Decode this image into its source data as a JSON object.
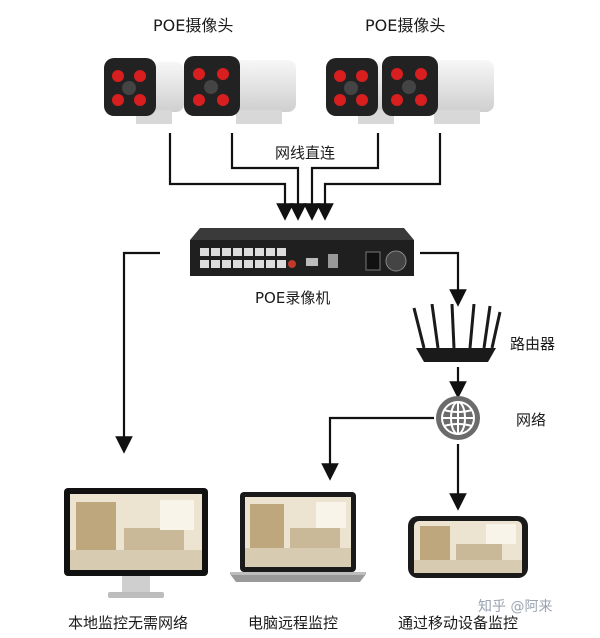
{
  "cameras": {
    "left_group_label": "POE摄像头",
    "right_group_label": "POE摄像头"
  },
  "labels": {
    "direct_cable": "网线直连",
    "nvr": "POE录像机",
    "router": "路由器",
    "network": "网络"
  },
  "monitors": {
    "local": "本地监控无需网络",
    "laptop": "电脑远程监控",
    "mobile": "通过移动设备监控"
  },
  "watermark": "知乎 @阿来",
  "colors": {
    "line": "#111111",
    "camera_body": "#e9e9e9",
    "camera_front": "#2a2a2a",
    "led": "#d81e1e"
  }
}
